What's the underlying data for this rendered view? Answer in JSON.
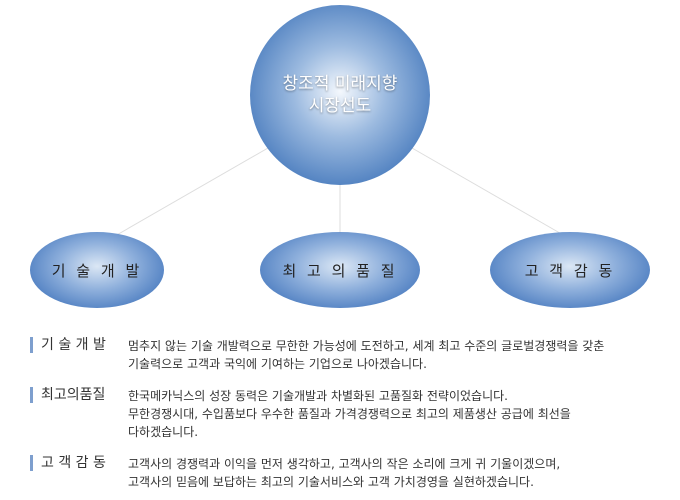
{
  "center": {
    "line1": "창조적 미래지향",
    "line2": "시장선도"
  },
  "nodes": [
    "기 술 개 발",
    "최 고 의 품 질",
    "고 객 감 동"
  ],
  "rows": [
    {
      "label": "기 술 개 발",
      "lines": [
        "멈추지 않는 기술 개발력으로 무한한 가능성에 도전하고, 세계 최고 수준의 글로벌경쟁력을 갖춘",
        "기술력으로 고객과 국익에 기여하는 기업으로 나아겠습니다."
      ]
    },
    {
      "label": "최고의품질",
      "lines": [
        "한국메카닉스의 성장 동력은 기술개발과 차별화된 고품질화 전략이었습니다.",
        "무한경쟁시대, 수입품보다 우수한 품질과 가격경쟁력으로 최고의 제품생산 공급에 최선을",
        "다하겠습니다."
      ]
    },
    {
      "label": "고 객 감 동",
      "lines": [
        "고객사의 경쟁력과 이익을 먼저 생각하고, 고객사의 작은 소리에 크게 귀 기울이겠으며,",
        "고객사의 믿음에 보답하는 최고의 기술서비스와 고객 가치경영을 실현하겠습니다."
      ]
    }
  ]
}
